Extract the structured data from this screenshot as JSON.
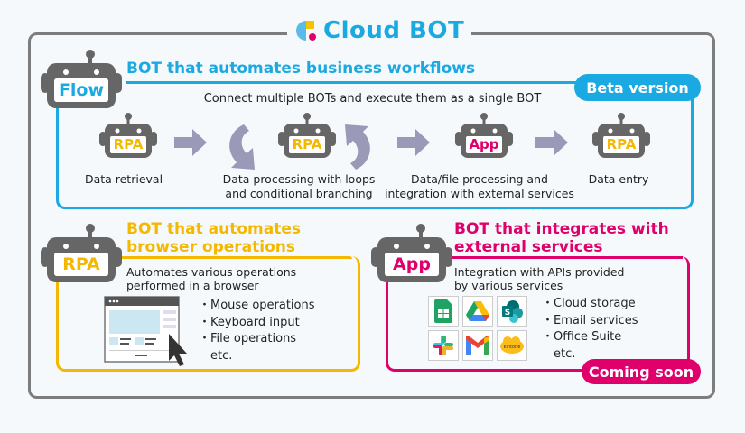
{
  "logo": {
    "brand_part1": "Cloud",
    "brand_part2": "BOT",
    "icon": "cloudbot-logo-icon"
  },
  "flow_section": {
    "badge": "Flow",
    "title": "BOT that automates business workflows",
    "tag": "Beta version",
    "subtitle": "Connect multiple BOTs and execute them as a single BOT",
    "steps": [
      {
        "bot": "RPA",
        "label_line1": "Data retrieval",
        "label_line2": ""
      },
      {
        "bot": "RPA",
        "label_line1": "Data processing with loops",
        "label_line2": "and conditional branching"
      },
      {
        "bot": "App",
        "label_line1": "Data/file processing and",
        "label_line2": "integration with external services"
      },
      {
        "bot": "RPA",
        "label_line1": "Data entry",
        "label_line2": ""
      }
    ]
  },
  "rpa_section": {
    "badge": "RPA",
    "title_line1": "BOT that automates",
    "title_line2": "browser operations",
    "desc_line1": "Automates various operations",
    "desc_line2": "performed in a browser",
    "bullets": [
      "・Mouse operations",
      "・Keyboard input",
      "・File operations",
      "　etc."
    ]
  },
  "app_section": {
    "badge": "App",
    "title_line1": "BOT that integrates with",
    "title_line2": "external services",
    "desc_line1": "Integration with APIs provided",
    "desc_line2": "by various services",
    "services": [
      "google-sheets-icon",
      "google-drive-icon",
      "sharepoint-icon",
      "slack-icon",
      "gmail-icon",
      "kintone-icon"
    ],
    "kintone_text": "kintone",
    "sharepoint_text": "S",
    "bullets": [
      "・Cloud storage",
      "・Email services",
      "・Office Suite",
      "　etc."
    ],
    "tag": "Coming soon"
  },
  "colors": {
    "flow": "#1aa9e0",
    "rpa": "#f5b800",
    "app": "#e0006b",
    "bot_body": "#666666",
    "arrow": "#9a9ab8"
  }
}
